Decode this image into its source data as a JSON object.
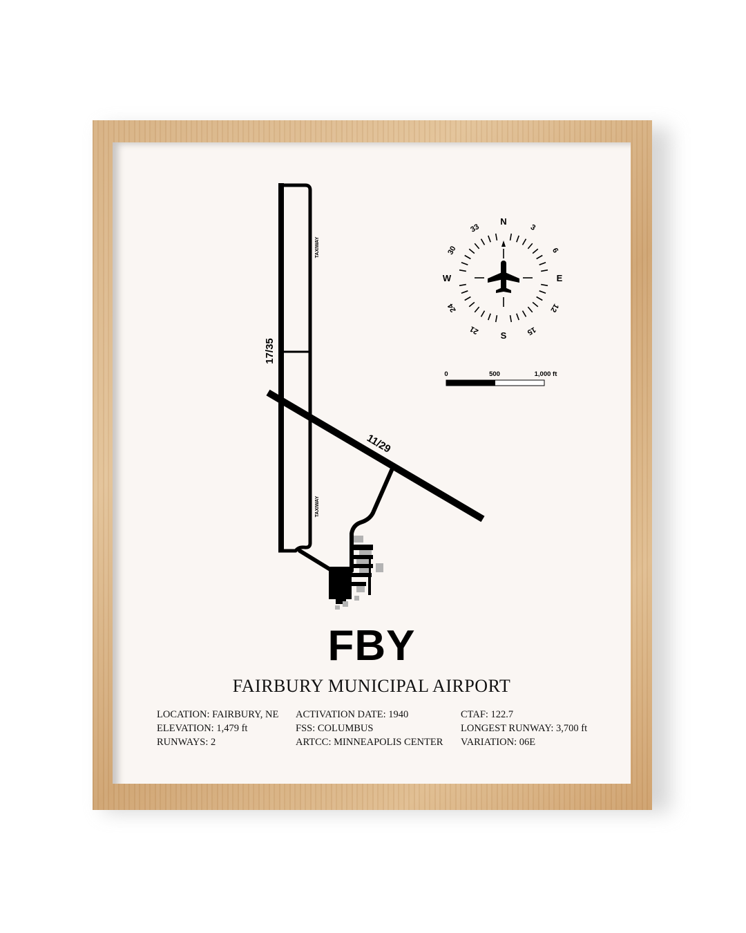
{
  "poster": {
    "code": "FBY",
    "name": "FAIRBURY MUNICIPAL AIRPORT",
    "runway_labels": {
      "primary": "17/35",
      "secondary": "11/29"
    },
    "taxiway_label": "TAXIWAY",
    "compass": {
      "cardinals": {
        "n": "N",
        "e": "E",
        "s": "S",
        "w": "W"
      },
      "headings": [
        "3",
        "6",
        "12",
        "15",
        "21",
        "24",
        "30",
        "33"
      ]
    },
    "scale": {
      "labels": [
        "0",
        "500",
        "1,000 ft"
      ]
    },
    "info_columns": [
      [
        "LOCATION: FAIRBURY, NE",
        "ELEVATION: 1,479 ft",
        "RUNWAYS: 2"
      ],
      [
        "ACTIVATION DATE: 1940",
        "FSS: COLUMBUS",
        "ARTCC: MINNEAPOLIS CENTER"
      ],
      [
        "CTAF: 122.7",
        "LONGEST RUNWAY: 3,700 ft",
        "VARIATION: 06E"
      ]
    ]
  },
  "colors": {
    "ink": "#000000",
    "paper": "#faf6f3",
    "frame": "#d9b486",
    "building_gray": "#b3b3b3"
  }
}
